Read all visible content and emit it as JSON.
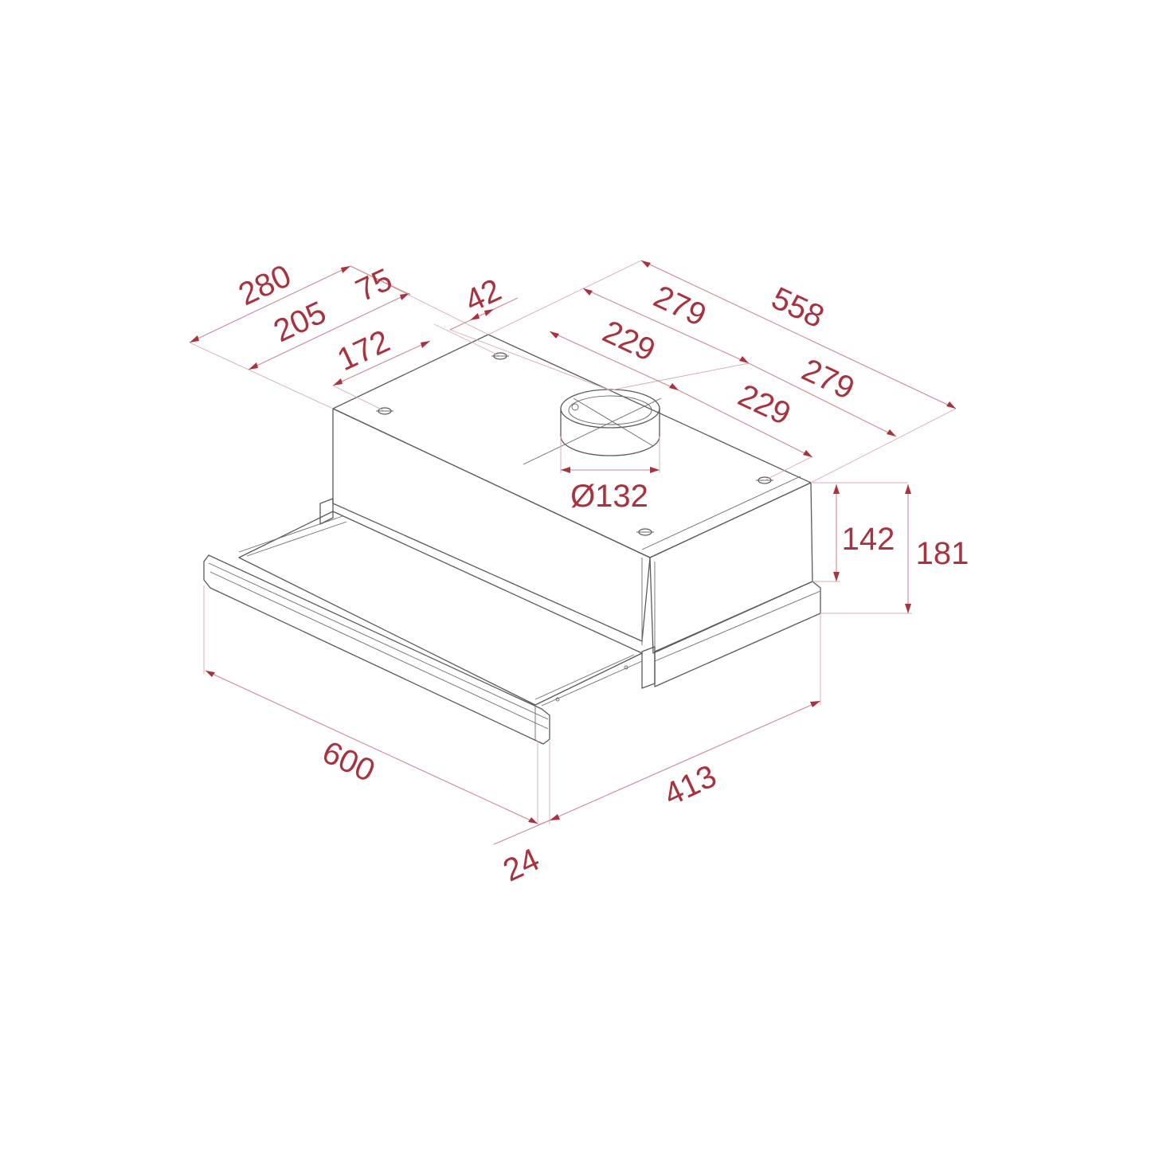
{
  "drawing": {
    "subject": "telescopic cooker hood",
    "line_color": "#5a5a5a",
    "dimension_color": "#a8323e",
    "background": "#ffffff"
  },
  "dimensions": {
    "depth_total": "280",
    "depth_to_duct": "205",
    "depth_offset": "75",
    "screw_depth": "172",
    "screw_offset": "42",
    "half_width_rear": "279",
    "width_total": "558",
    "half_width_front": "279",
    "screw_half_rear": "229",
    "screw_half_front": "229",
    "duct_diameter": "Ø132",
    "body_height": "142",
    "total_height": "181",
    "front_width": "600",
    "drawer_depth": "413",
    "handle_depth": "24"
  }
}
